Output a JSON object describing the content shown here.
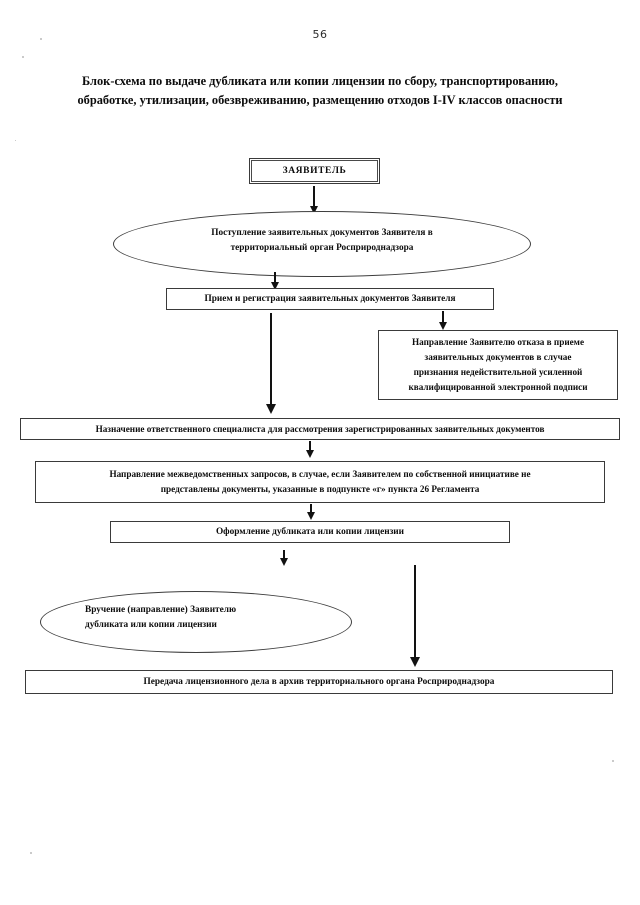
{
  "document": {
    "page_number": "56",
    "title": "Блок-схема по выдаче дубликата или копии лицензии по сбору, транспортированию, обработке, утилизации, обезвреживанию, размещению отходов I-IV классов опасности",
    "language": "ru",
    "ink_color": "#0d0d0d",
    "paper_color": "#ffffff",
    "line_color": "#3a3a3a"
  },
  "flowchart": {
    "type": "flowchart",
    "orientation": "top-to-bottom",
    "nodes": [
      {
        "id": "applicant",
        "shape": "box-double-frame",
        "text": "ЗАЯВИТЕЛЬ"
      },
      {
        "id": "submission",
        "shape": "ellipse",
        "line1": "Поступление заявительных документов Заявителя  в",
        "line2": "территориальный орган Росприроднадзора"
      },
      {
        "id": "registration",
        "shape": "box",
        "text": "Прием и регистрация заявительных документов Заявителя"
      },
      {
        "id": "refusal",
        "shape": "box",
        "line1": "Направление Заявителю отказа в приеме",
        "line2": "заявительных документов в случае",
        "line3": "признания недействительной усиленной",
        "line4": "квалифицированной электронной подписи"
      },
      {
        "id": "assignment",
        "shape": "box",
        "text": "Назначение ответственного специалиста для рассмотрения зарегистрированных заявительных документов"
      },
      {
        "id": "interagency",
        "shape": "box",
        "line1": "Направление межведомственных запросов, в случае, если Заявителем по собственной инициативе не",
        "line2": "представлены документы, указанные в подпункте «г» пункта 26 Регламента"
      },
      {
        "id": "issue_duplicate",
        "shape": "box",
        "text": "Оформление дубликата или копии лицензии"
      },
      {
        "id": "delivery",
        "shape": "ellipse",
        "line1": "Вручение (направление) Заявителю",
        "line2": "дубликата или копии лицензии"
      },
      {
        "id": "archive",
        "shape": "box",
        "text": "Передача лицензионного дела в архив территориального органа Росприроднадзора"
      }
    ],
    "edges": [
      {
        "from": "applicant",
        "to": "submission",
        "style": "arrow-down"
      },
      {
        "from": "submission",
        "to": "registration",
        "style": "arrow-down"
      },
      {
        "from": "registration",
        "to": "refusal",
        "style": "arrow-down"
      },
      {
        "from": "registration",
        "to": "assignment",
        "style": "arrow-down-long"
      },
      {
        "from": "assignment",
        "to": "interagency",
        "style": "arrow-down"
      },
      {
        "from": "interagency",
        "to": "issue_duplicate",
        "style": "arrow-down"
      },
      {
        "from": "issue_duplicate",
        "to": "delivery",
        "style": "arrow-down"
      },
      {
        "from": "issue_duplicate",
        "to": "archive",
        "style": "arrow-down-long"
      }
    ]
  }
}
